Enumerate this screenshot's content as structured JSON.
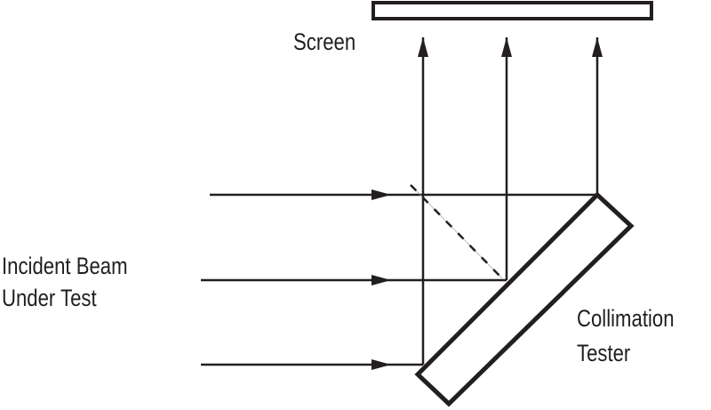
{
  "labels": {
    "screen": "Screen",
    "incident_line1": "Incident Beam",
    "incident_line2": "Under Test",
    "tester_line1": "Collimation",
    "tester_line2": "Tester"
  },
  "colors": {
    "stroke": "#231f20",
    "background": "#ffffff"
  },
  "diagram": {
    "incident_beams_y": [
      219,
      315,
      410
    ],
    "output_beams_x": [
      476,
      570,
      672
    ]
  }
}
